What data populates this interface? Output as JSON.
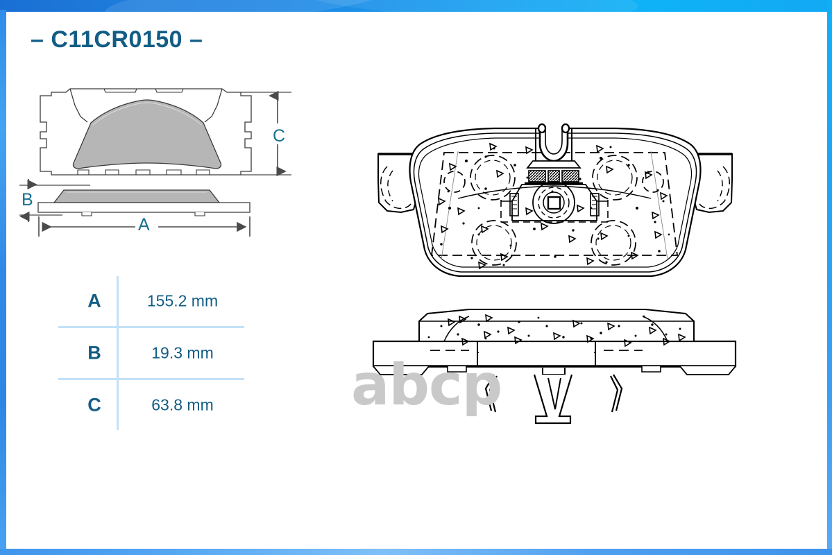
{
  "product": {
    "part_number": "– C11CR0150 –"
  },
  "dimensions": {
    "labels": {
      "a": "A",
      "b": "B",
      "c": "C"
    }
  },
  "spec_table": {
    "rows": [
      {
        "key": "A",
        "value": "155.2 mm"
      },
      {
        "key": "B",
        "value": "19.3 mm"
      },
      {
        "key": "C",
        "value": "63.8 mm"
      }
    ]
  },
  "watermark": {
    "text": "abcp"
  },
  "colors": {
    "title_blue": "#125d85",
    "dimension_blue": "#18708f",
    "table_divider": "#c3e1f7",
    "frame_blue": "#1a8ced",
    "friction_gray": "#b6b6b6",
    "watermark_gray": "#c9c9c9"
  }
}
